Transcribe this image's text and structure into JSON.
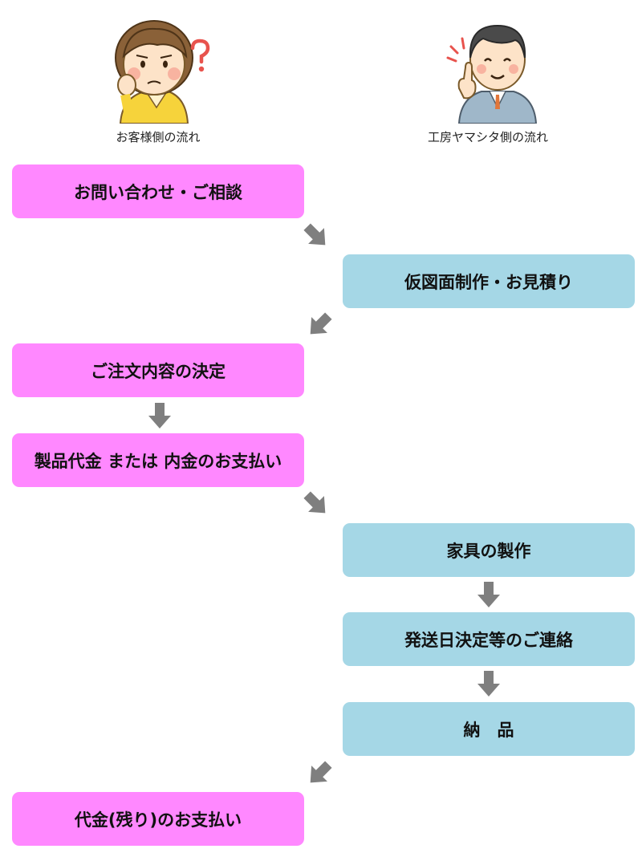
{
  "colors": {
    "customer": "#ff88ff",
    "workshop": "#a5d7e6",
    "arrow": "#7f7f7f"
  },
  "lanes": {
    "customer_label": "お客様側の流れ",
    "workshop_label": "工房ヤマシタ側の流れ"
  },
  "icons": {
    "customer": "confused-woman-icon",
    "workshop": "pointing-man-icon",
    "question": "question-mark-icon"
  },
  "steps": [
    {
      "side": "customer",
      "label": "お問い合わせ・ご相談"
    },
    {
      "side": "workshop",
      "label": "仮図面制作・お見積り"
    },
    {
      "side": "customer",
      "label": "ご注文内容の決定"
    },
    {
      "side": "customer",
      "label": "製品代金 または 内金のお支払い"
    },
    {
      "side": "workshop",
      "label": "家具の製作"
    },
    {
      "side": "workshop",
      "label": "発送日決定等のご連絡"
    },
    {
      "side": "workshop",
      "label": "納　品"
    },
    {
      "side": "customer",
      "label": "代金(残り)のお支払い"
    }
  ]
}
